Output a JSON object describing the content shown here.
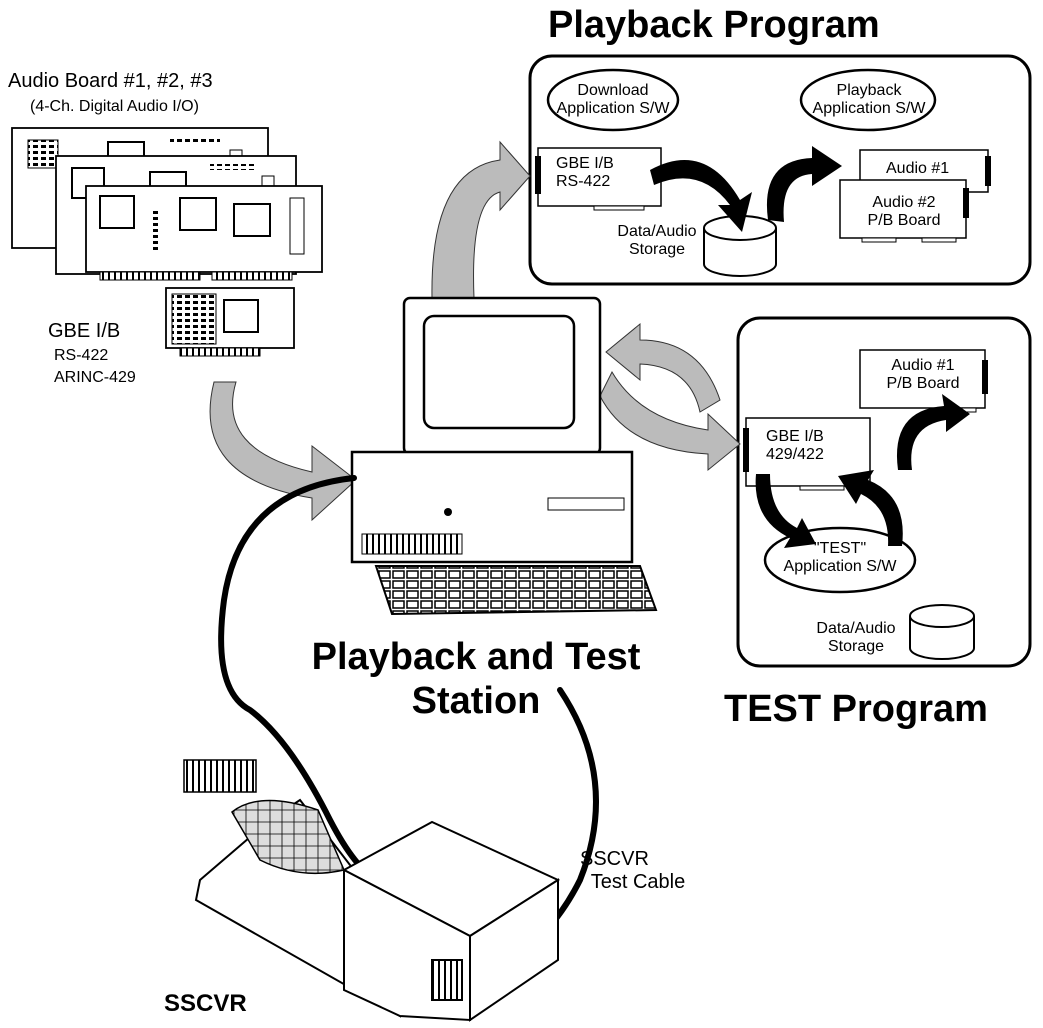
{
  "playback_program": {
    "title": "Playback Program",
    "download_sw": "Download\nApplication S/W",
    "playback_sw": "Playback\nApplication S/W",
    "gbe_board": "GBE I/B\nRS-422",
    "storage": "Data/Audio\nStorage",
    "audio1": "Audio #1",
    "audio2": "Audio #2\nP/B Board"
  },
  "test_program": {
    "title": "TEST Program",
    "audio_board": "Audio #1\nP/B Board",
    "gbe_board": "GBE I/B\n429/422",
    "test_sw": "\"TEST\"\nApplication S/W",
    "storage": "Data/Audio\nStorage"
  },
  "hardware": {
    "audio_boards_title": "Audio Board #1, #2, #3",
    "audio_boards_sub": "(4-Ch. Digital Audio I/O)",
    "gbe_title": "GBE I/B",
    "gbe_sub1": "RS-422",
    "gbe_sub2": "ARINC-429"
  },
  "station": {
    "title": "Playback and Test\nStation"
  },
  "cable": {
    "label": "SSCVR\n  Test Cable"
  },
  "recorder": {
    "label": "SSCVR"
  }
}
